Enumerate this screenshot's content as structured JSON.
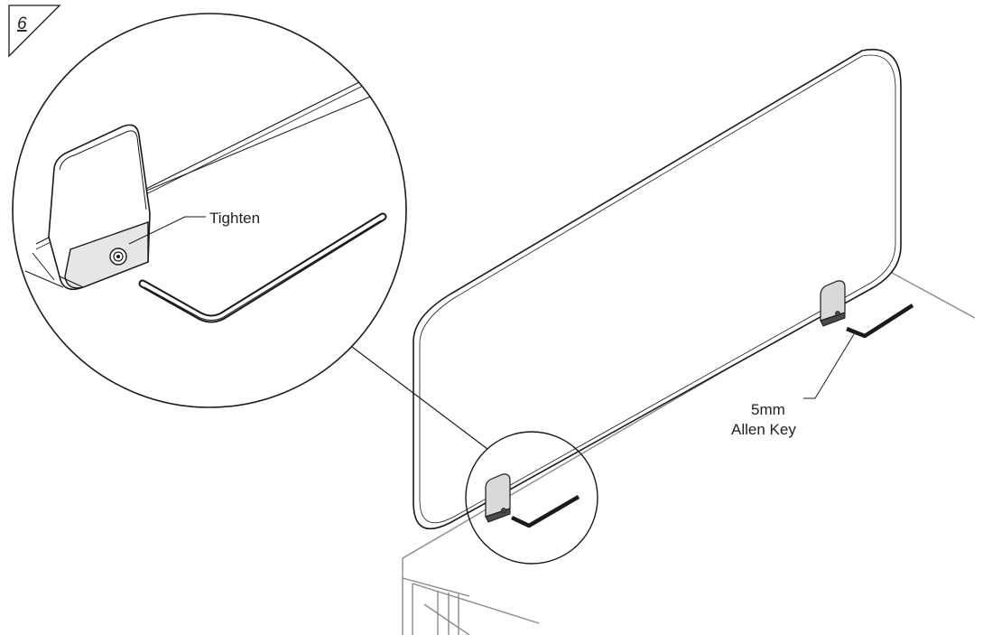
{
  "step": {
    "number": "6"
  },
  "callouts": {
    "tighten": "Tighten",
    "allen_key_size": "5mm",
    "allen_key_name": "Allen Key"
  },
  "colors": {
    "line": "#1a1a1a",
    "light_line": "#8a8a8a",
    "panel_fill": "#ffffff",
    "bracket_fill": "#d9d9d9",
    "bracket_dark": "#4a4a4a",
    "key_fill": "#3a3a3a"
  },
  "icons": {
    "step_badge": "step-number-triangle-icon",
    "bracket": "screen-bracket-icon",
    "allen_key": "allen-key-icon",
    "screw": "screw-icon"
  }
}
